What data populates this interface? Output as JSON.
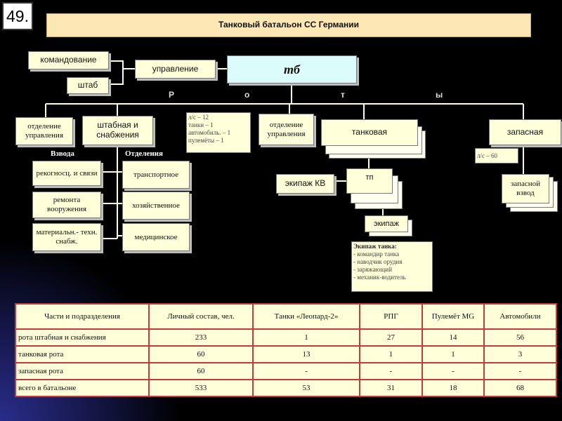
{
  "slide": {
    "number": "49."
  },
  "title": "Танковый батальон СС Германии",
  "org": {
    "command": "командование",
    "staff": "штаб",
    "management": "управление",
    "tb": "тб",
    "rota_letters": [
      "Р",
      "о",
      "т",
      "ы"
    ],
    "hq_section": "отделение управления",
    "staff_supply_company": "штабная и снабжения",
    "platoons_label": "Взвода",
    "sections_label": "Отделения",
    "platoons": [
      "рекогносц. и связи",
      "ремонта вооружения",
      "материальн.- техн. снабж."
    ],
    "sections": [
      "транспортное",
      "хозяйственное",
      "медицинское"
    ],
    "note_lines": [
      "л/с – 12",
      "танки – 1",
      "автомобиль. – 1",
      "пулемёты – 1"
    ],
    "tank_hq_section": "отделение управления",
    "tank_company": "танковая",
    "kv_crew": "экипаж КВ",
    "tp": "тп",
    "crew": "экипаж",
    "crew_note_title": "Экипаж танка:",
    "crew_note_items": [
      "- командир танка",
      "- наводчик орудия",
      "- заряжающий",
      "- механик-водитель"
    ],
    "reserve_company": "запасная",
    "reserve_note": "л/с – 60",
    "reserve_platoon": "запасной взвод"
  },
  "table": {
    "headers": [
      "Части и подразделения",
      "Личный состав, чел.",
      "Танки «Леопард-2»",
      "РПГ",
      "Пулемёт MG",
      "Автомобили"
    ],
    "rows": [
      [
        "рота штабная и снабжения",
        "233",
        "1",
        "27",
        "14",
        "56"
      ],
      [
        "танковая рота",
        "60",
        "13",
        "1",
        "1",
        "3"
      ],
      [
        "запасная рота",
        "60",
        "-",
        "-",
        "-",
        "-"
      ],
      [
        "всего в батальоне",
        "533",
        "53",
        "31",
        "18",
        "68"
      ]
    ]
  }
}
